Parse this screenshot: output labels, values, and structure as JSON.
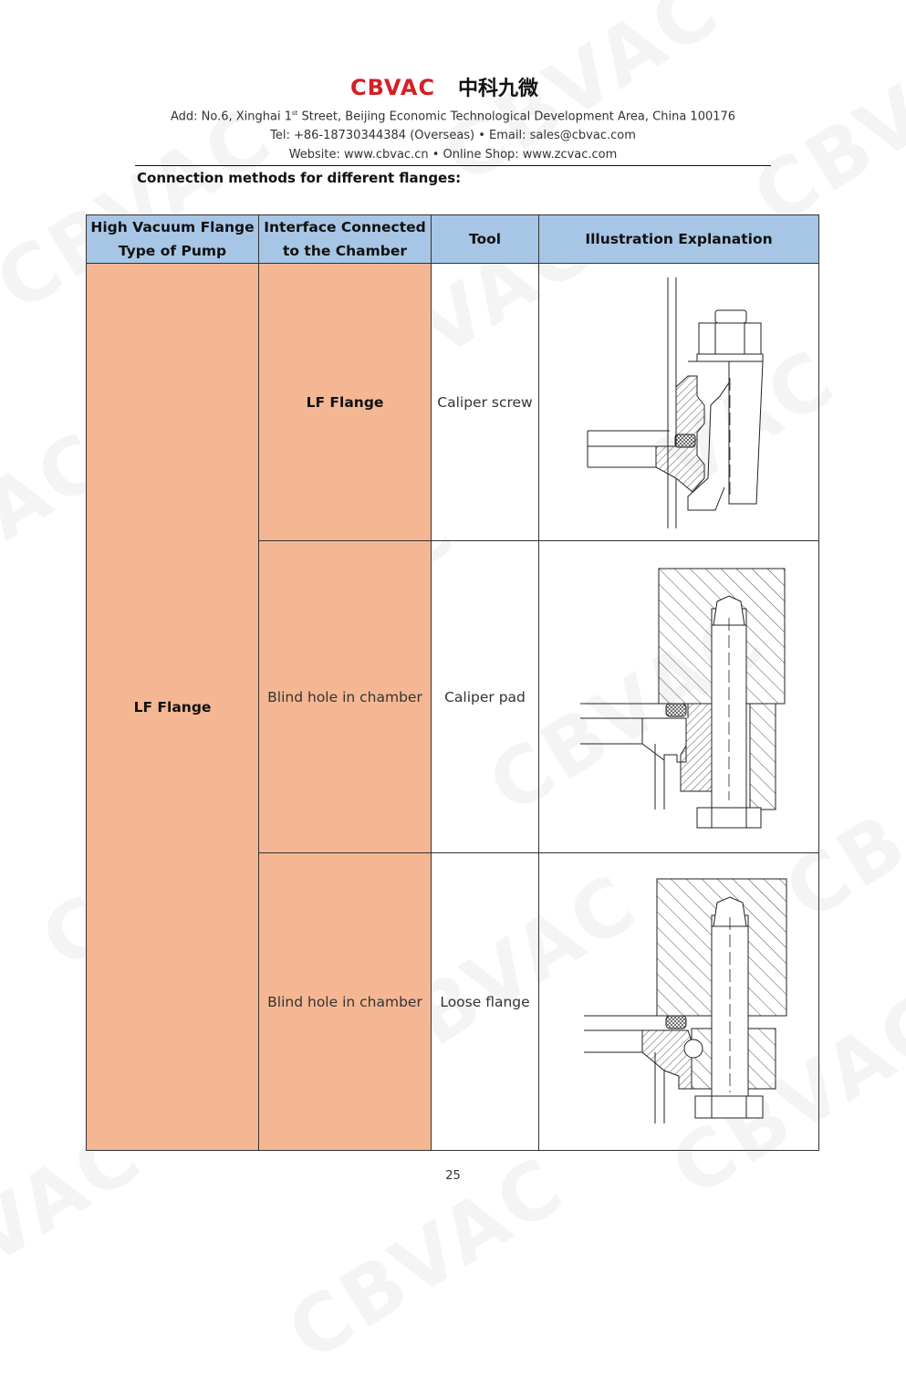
{
  "header": {
    "logo_text": "CBVAC 中科九微",
    "address": "Add: No.6, Xinghai 1st Street, Beijing Economic Technological Development Area, China 100176",
    "address_pre": "Add: No.6, Xinghai 1",
    "address_sup": "st",
    "address_post": " Street, Beijing Economic Technological Development Area, China 100176",
    "contact": "Tel: +86-18730344384 (Overseas) • Email: sales@cbvac.com",
    "website": "Website: www.cbvac.cn • Online Shop: www.zcvac.com"
  },
  "section_title": "Connection methods for different flanges:",
  "table": {
    "headers": [
      "High Vacuum Flange Type of Pump",
      "Interface Connected to the Chamber",
      "Tool",
      "Illustration Explanation"
    ],
    "header_lines": {
      "col1_line1": "High Vacuum Flange",
      "col1_line2": "Type of Pump",
      "col2_line1": "Interface Connected",
      "col2_line2": "to the Chamber",
      "col3": "Tool",
      "col4": "Illustration Explanation"
    },
    "pump_flange": "LF Flange",
    "rows": [
      {
        "interface": "LF Flange",
        "tool": "Caliper screw"
      },
      {
        "interface": "Blind hole in chamber",
        "tool": "Caliper pad"
      },
      {
        "interface": "Blind hole in chamber",
        "tool": "Loose flange"
      }
    ]
  },
  "colors": {
    "header_bg": "#a7c6e6",
    "highlight_bg": "#f5b793",
    "brand_red": "#d42027"
  },
  "page_number": "25"
}
